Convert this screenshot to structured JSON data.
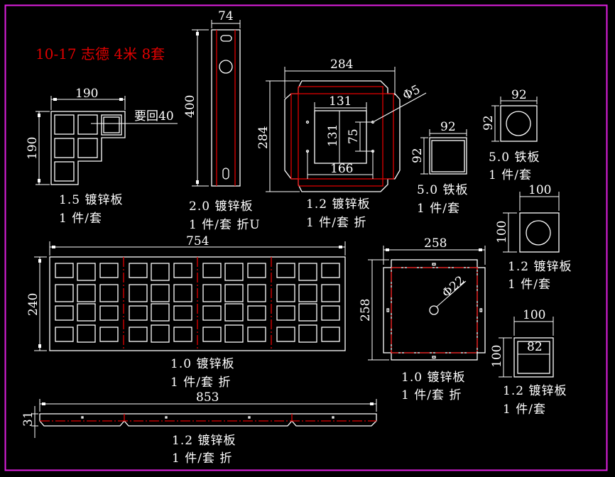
{
  "title": "10-17 志德 4米 8套",
  "colors": {
    "background": "#000000",
    "frame": "#e020e0",
    "line": "#ffffff",
    "fold_line": "#e00000",
    "title": "#e00000"
  },
  "parts": [
    {
      "id": "corner-plate",
      "dims": {
        "width": "190",
        "height": "190",
        "note": "要回40"
      },
      "material": "1.5 镀锌板",
      "qty": "1 件/套"
    },
    {
      "id": "u-channel",
      "dims": {
        "width": "74",
        "height": "400"
      },
      "material": "2.0 镀锌板",
      "qty": "1 件/套 折U"
    },
    {
      "id": "square-frame-plate",
      "dims": {
        "width": "284",
        "height": "284",
        "inner_w": "131",
        "inner_h": "131",
        "hole_spacing_v": "75",
        "hole_spacing_h": "166",
        "hole_dia": "Φ5"
      },
      "material": "1.2 镀锌板",
      "qty": "1 件/套 折"
    },
    {
      "id": "iron-square-frame",
      "dims": {
        "width": "92",
        "height": "92"
      },
      "material": "5.0 铁板",
      "qty": "1 件/套"
    },
    {
      "id": "iron-round-hole-plate",
      "dims": {
        "width": "92",
        "height": "92"
      },
      "material": "5.0 铁板",
      "qty": "1 件/套"
    },
    {
      "id": "round-hole-plate-100",
      "dims": {
        "width": "100",
        "height": "100"
      },
      "material": "1.2 镀锌板",
      "qty": "1 件/套"
    },
    {
      "id": "grid-panel",
      "dims": {
        "width": "754",
        "height": "240"
      },
      "material": "1.0 镀锌板",
      "qty": "1 件/套 折"
    },
    {
      "id": "cover-plate-258",
      "dims": {
        "width": "258",
        "height": "258",
        "hole_dia": "Φ22"
      },
      "material": "1.0 镀锌板",
      "qty": "1 件/套 折"
    },
    {
      "id": "square-frame-100",
      "dims": {
        "width": "100",
        "height": "100",
        "inner_w": "82"
      },
      "material": "1.2 镀锌板",
      "qty": "1 件/套"
    },
    {
      "id": "long-strip",
      "dims": {
        "width": "853",
        "height": "31"
      },
      "material": "1.2 镀锌板",
      "qty": "1 件/套 折"
    }
  ]
}
